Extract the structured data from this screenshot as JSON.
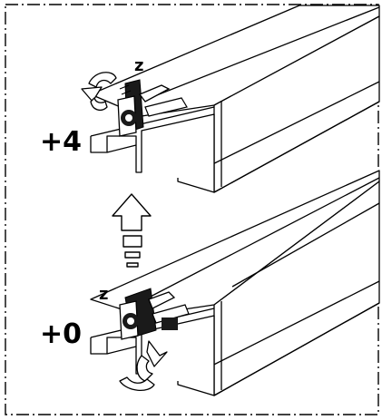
{
  "labels": {
    "top_offset": "+4",
    "bottom_offset": "+0",
    "top_axis": "z",
    "bottom_axis": "z"
  },
  "icons": {
    "frame": "dash-dot-border",
    "rail": "rail-profile",
    "adjuster": "bracket-adjuster",
    "rotate": "rotate-arrow-icon",
    "raise": "up-arrow-icon"
  },
  "colors": {
    "line": "#000000",
    "fill": "#ffffff",
    "part": "#1a1a1a"
  }
}
